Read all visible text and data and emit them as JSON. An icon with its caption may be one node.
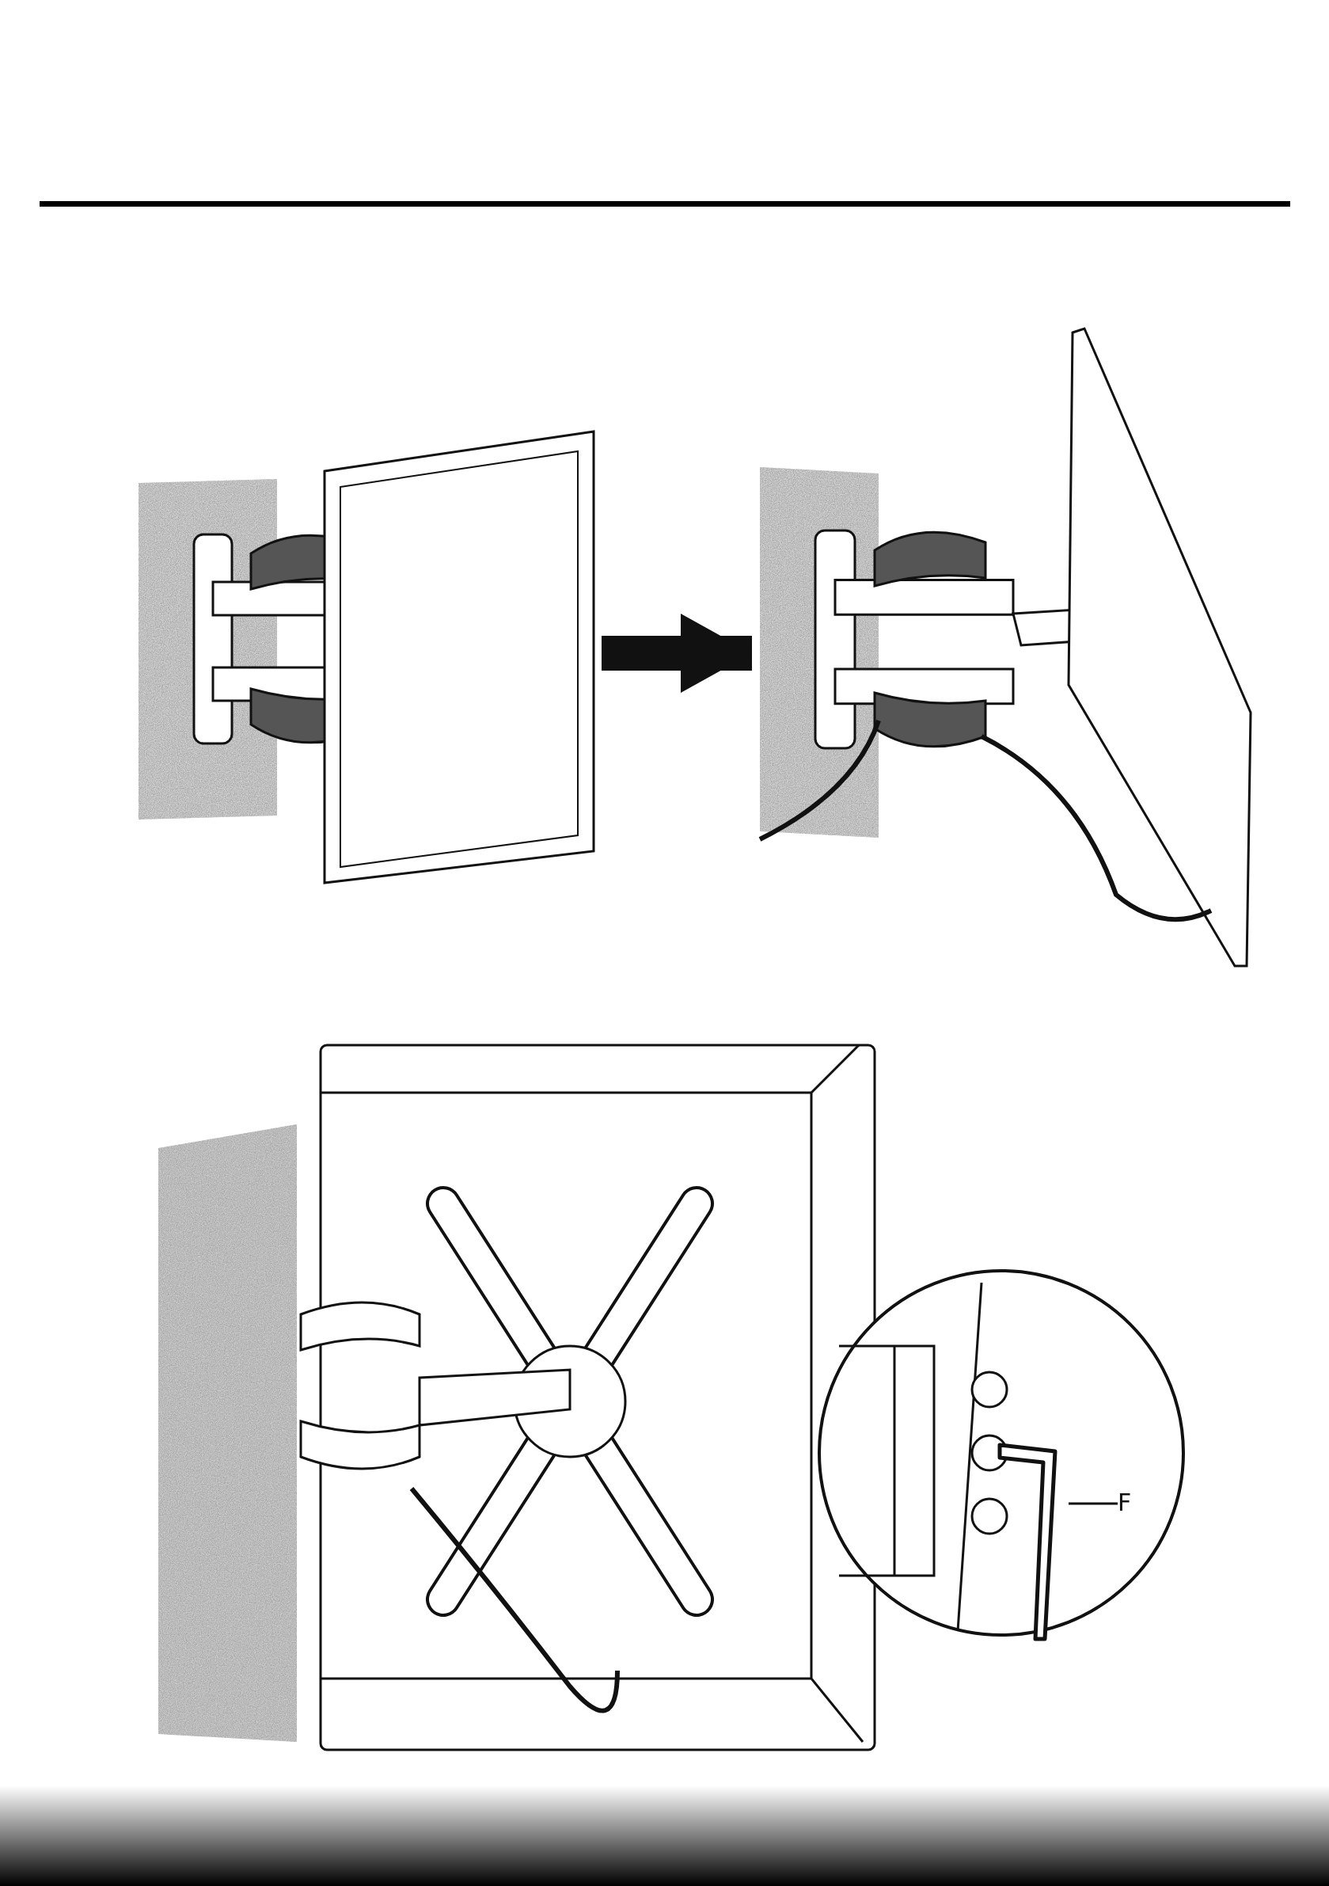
{
  "diagram": {
    "nodes": [
      {
        "text": [],
        "shape": "picture"
      },
      {
        "text": [],
        "shape": "picture"
      },
      {
        "text": [
          "F"
        ]
      },
      {
        "text": [],
        "shape": "picture"
      }
    ],
    "edges": [
      {
        "from": 0,
        "to": 1,
        "arrow": "to",
        "style": "thick"
      },
      {
        "from": 2,
        "to": 3,
        "arrow": "none"
      }
    ]
  }
}
